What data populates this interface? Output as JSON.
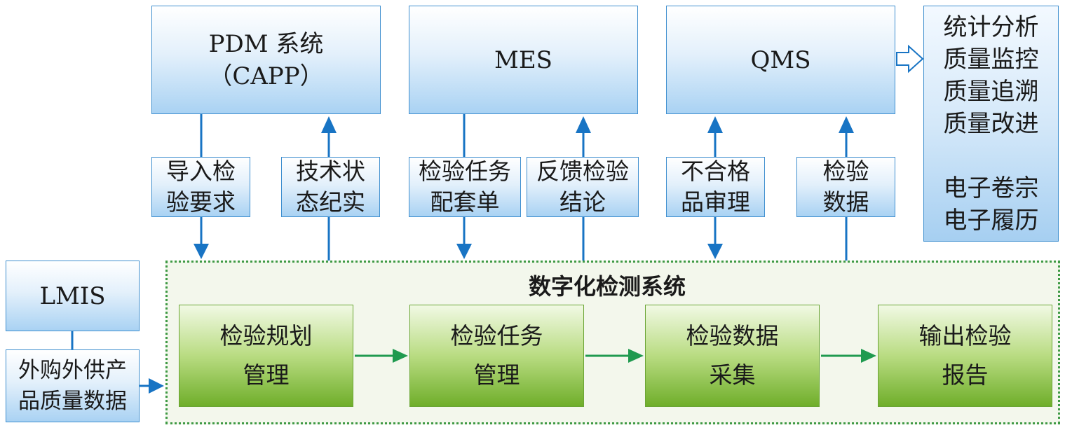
{
  "systems": {
    "pdm": "PDM 系统\n（CAPP）",
    "mes": "MES",
    "qms": "QMS",
    "lmis": "LMIS"
  },
  "links": {
    "import_requirements": "导入检\n验要求",
    "tech_status": "技术状\n态纪实",
    "task_list": "检验任务\n配套单",
    "feedback": "反馈检验\n结论",
    "nonconforming": "不合格\n品审理",
    "inspection_data": "检验\n数据",
    "purchased": "外购外供产\n品质量数据"
  },
  "outputs": {
    "items": [
      "统计分析",
      "质量监控",
      "质量追溯",
      "质量改进",
      "",
      "电子卷宗",
      "电子履历"
    ]
  },
  "digital_system": {
    "title": "数字化检测系统",
    "stages": [
      "检验规划\n管理",
      "检验任务\n管理",
      "检验数据\n采集",
      "输出检验\n报告"
    ]
  },
  "colors": {
    "arrow_blue": "#1874c4",
    "arrow_green": "#1f9a4f",
    "box_border_blue": "#3f8fcf",
    "box_border_green": "#6aa534"
  }
}
